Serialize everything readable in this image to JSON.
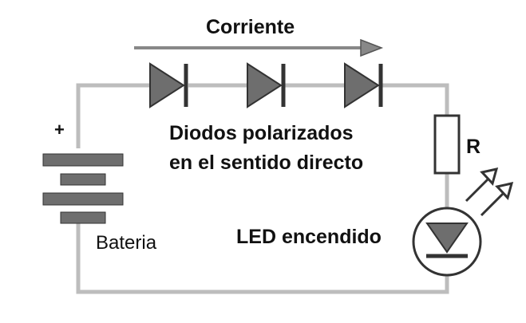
{
  "labels": {
    "current": "Corriente",
    "diodes_line1": "Diodos polarizados",
    "diodes_line2": "en el sentido directo",
    "resistor": "R",
    "led": "LED encendido",
    "battery": "Bateria",
    "plus_sign": "+"
  },
  "colors": {
    "wire": "#bdbdbd",
    "component_fill": "#6e6e6e",
    "component_stroke": "#333333",
    "text": "#111111",
    "background": "#ffffff"
  }
}
